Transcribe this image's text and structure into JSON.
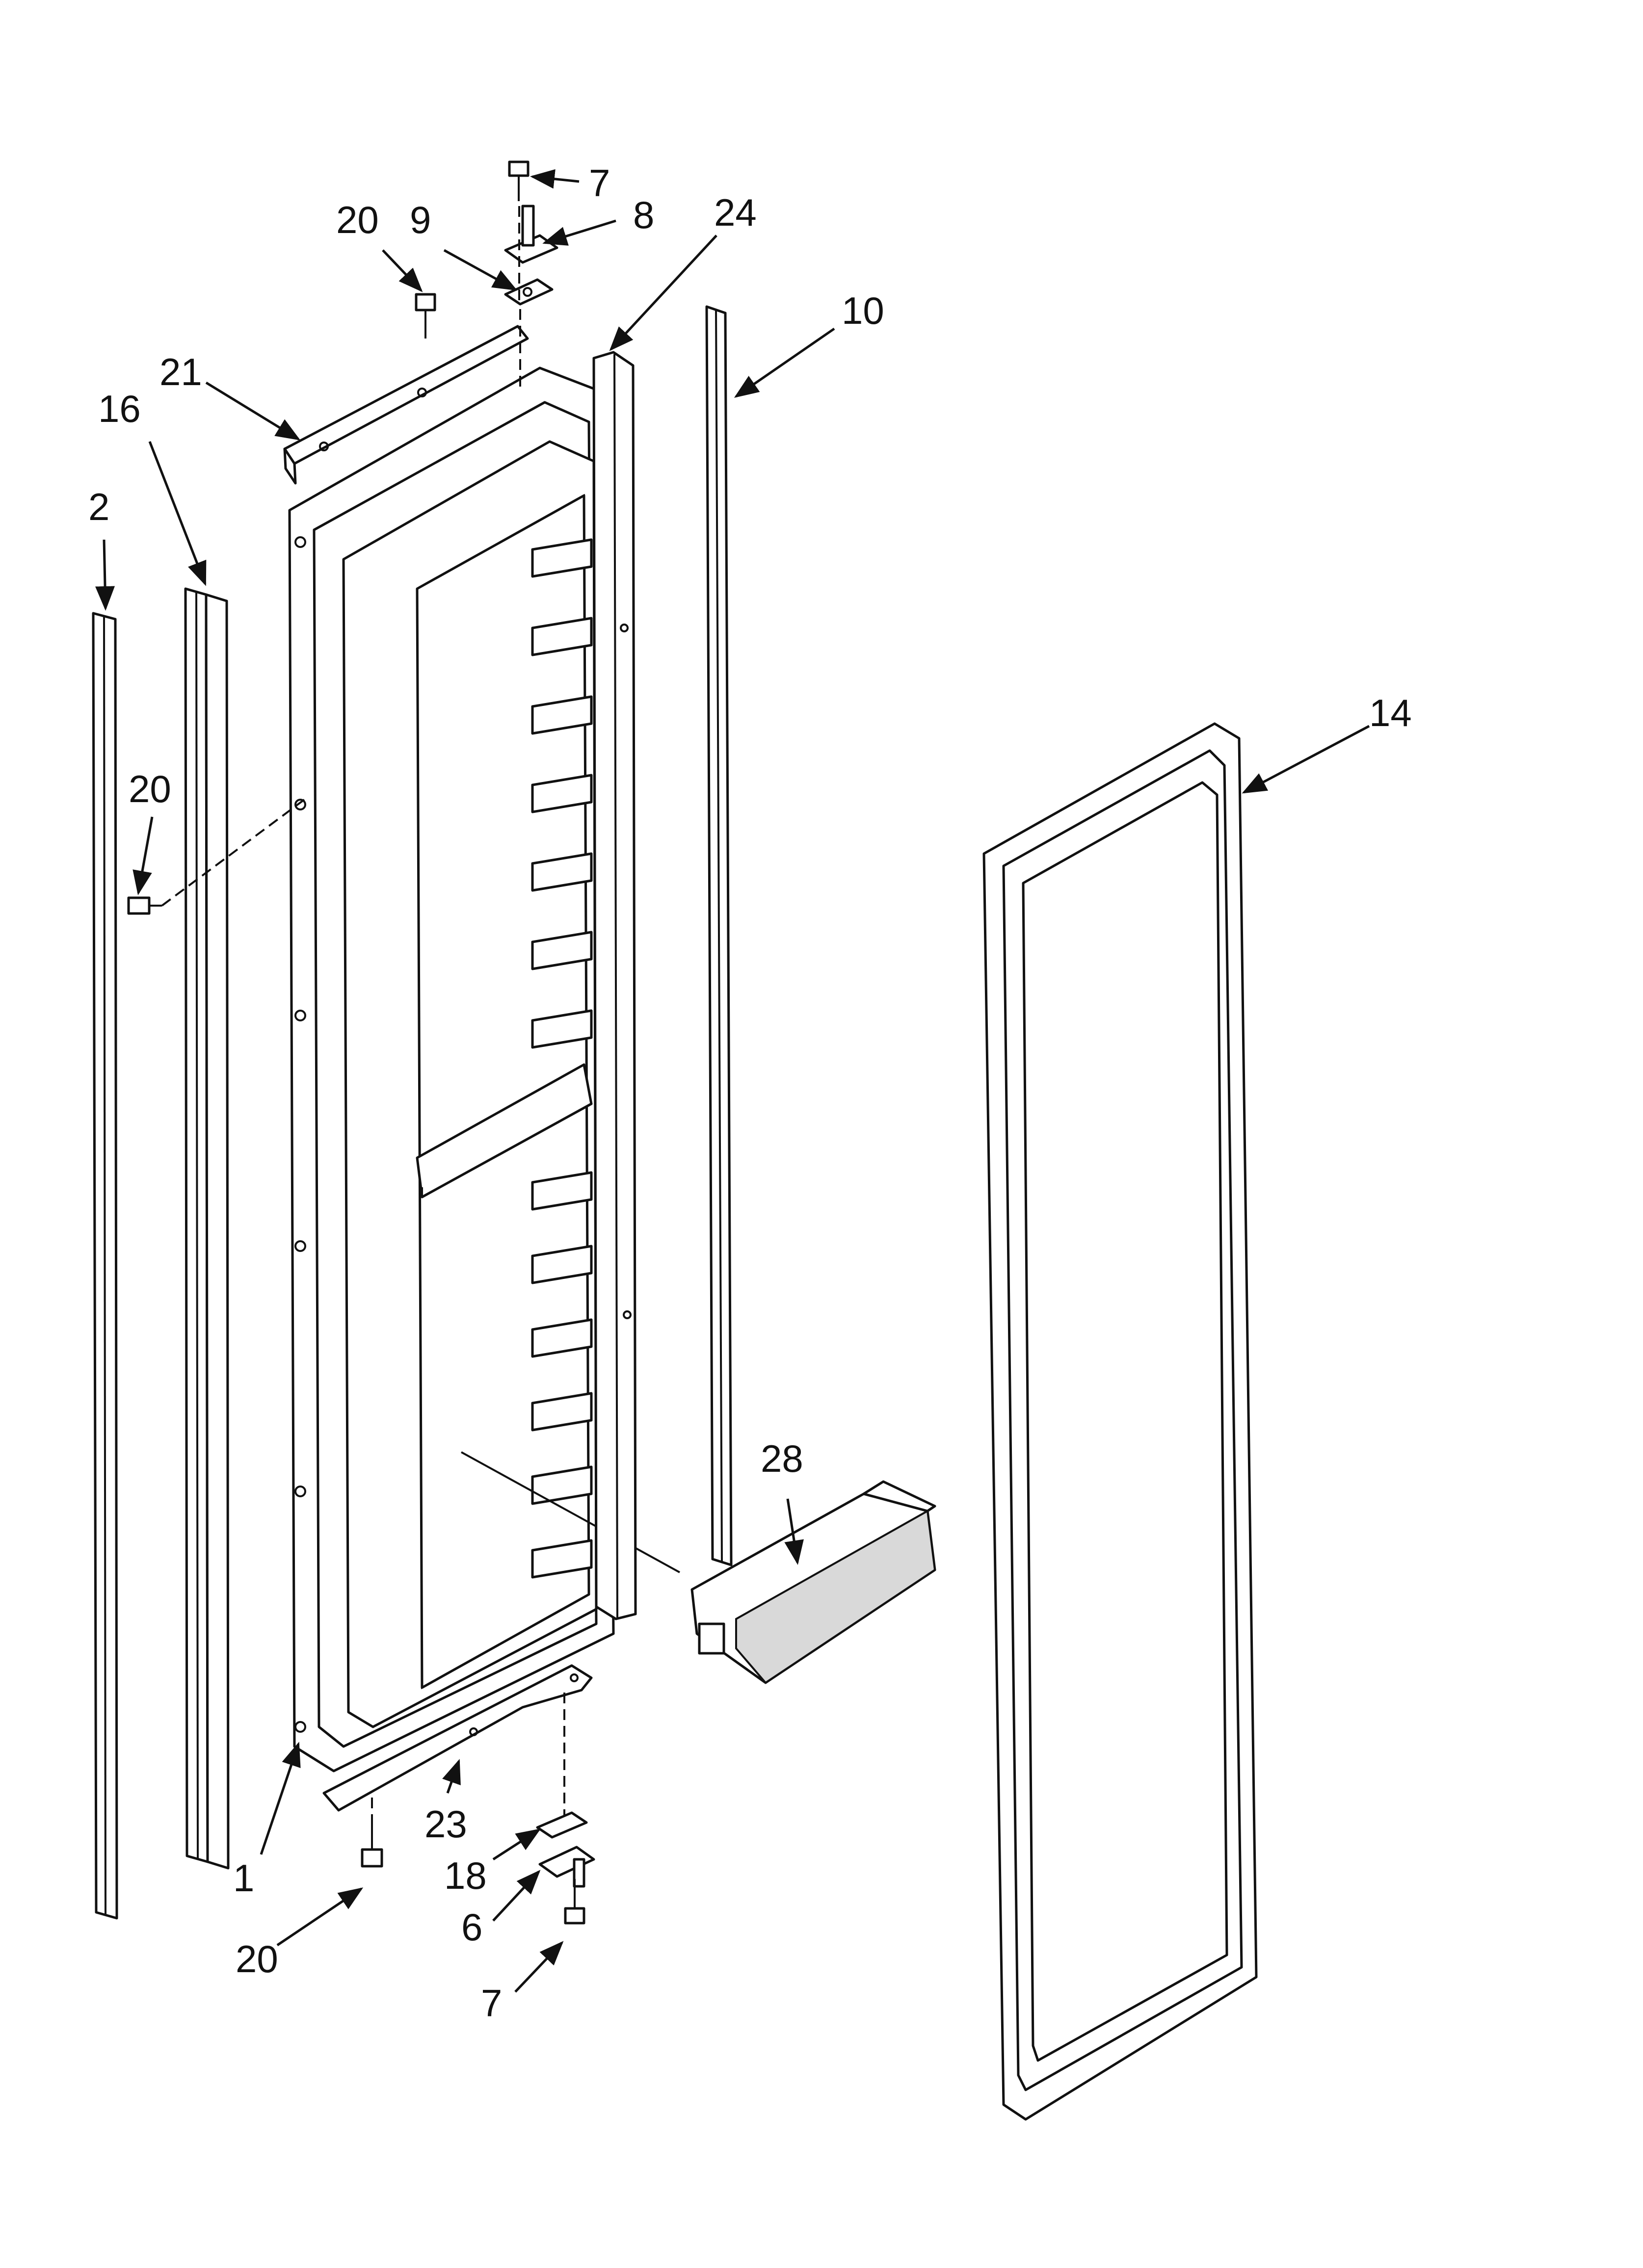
{
  "callouts": [
    {
      "id": "c7top",
      "label": "7"
    },
    {
      "id": "c8",
      "label": "8"
    },
    {
      "id": "c9",
      "label": "9"
    },
    {
      "id": "c20top",
      "label": "20"
    },
    {
      "id": "c24",
      "label": "24"
    },
    {
      "id": "c10",
      "label": "10"
    },
    {
      "id": "c21",
      "label": "21"
    },
    {
      "id": "c16",
      "label": "16"
    },
    {
      "id": "c2",
      "label": "2"
    },
    {
      "id": "c20mid",
      "label": "20"
    },
    {
      "id": "c14",
      "label": "14"
    },
    {
      "id": "c28",
      "label": "28"
    },
    {
      "id": "c1",
      "label": "1"
    },
    {
      "id": "c23",
      "label": "23"
    },
    {
      "id": "c18",
      "label": "18"
    },
    {
      "id": "c6",
      "label": "6"
    },
    {
      "id": "c20bot",
      "label": "20"
    },
    {
      "id": "c7bot",
      "label": "7"
    }
  ]
}
